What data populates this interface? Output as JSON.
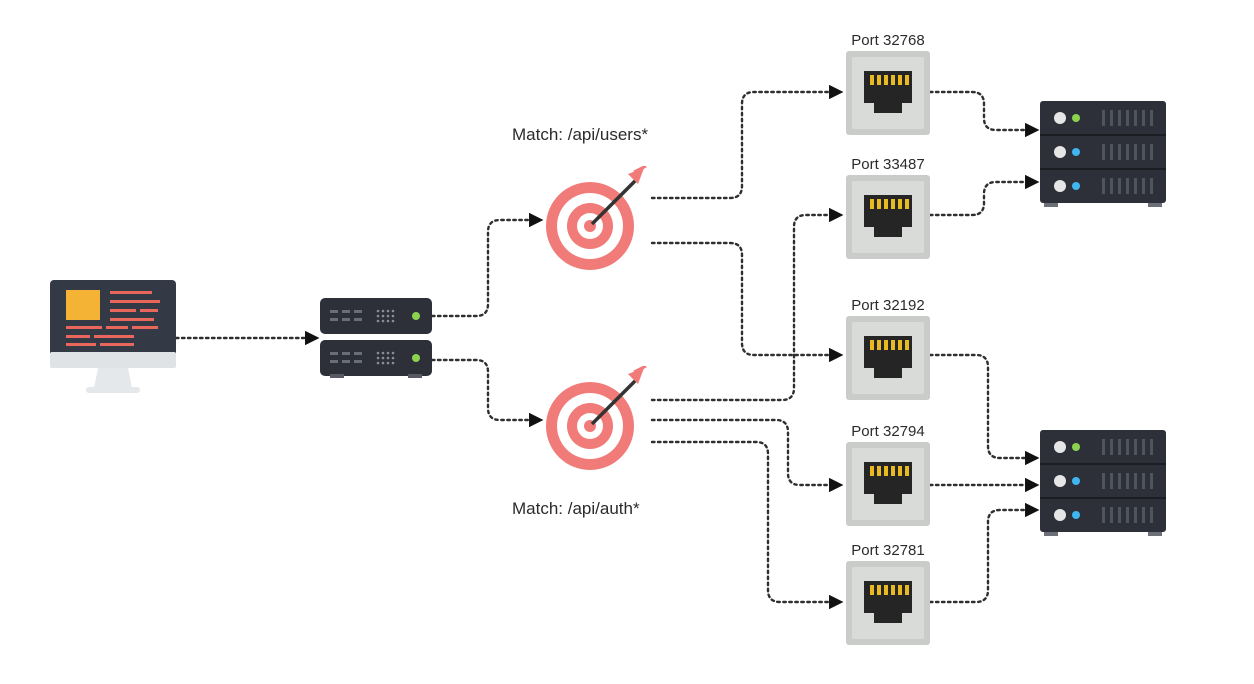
{
  "rules": [
    {
      "match_label": "Match: /api/users*"
    },
    {
      "match_label": "Match: /api/auth*"
    }
  ],
  "ports": [
    {
      "label": "Port 32768"
    },
    {
      "label": "Port 33487"
    },
    {
      "label": "Port 32192"
    },
    {
      "label": "Port 32794"
    },
    {
      "label": "Port 32781"
    }
  ],
  "colors": {
    "target": "#f07b78",
    "port_box": "#c9ccc9",
    "server": "#2d3038",
    "monitor": "#343a45",
    "accent_green": "#8bd34e",
    "accent_blue": "#3fb6f0",
    "accent_orange": "#f5b335",
    "link": "#2f2f2f"
  },
  "icons": {
    "client": "desktop-monitor-icon",
    "balancer": "load-balancer-icon",
    "rule": "target-icon",
    "port": "ethernet-port-icon",
    "server": "server-rack-icon"
  }
}
